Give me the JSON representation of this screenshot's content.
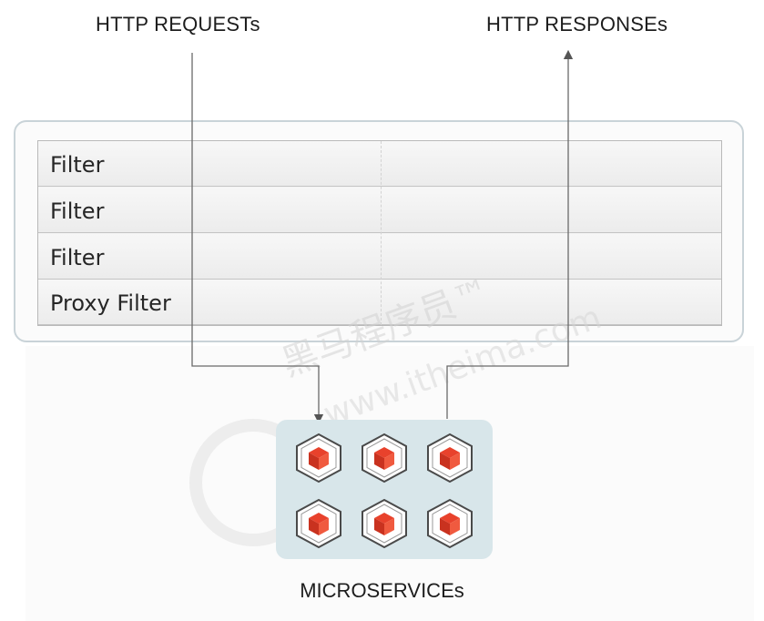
{
  "labels": {
    "requests": "HTTP REQUESTs",
    "responses": "HTTP RESPONSEs",
    "microservices": "MICROSERVICEs"
  },
  "filters": [
    "Filter",
    "Filter",
    "Filter",
    "Proxy Filter"
  ],
  "watermark": {
    "text_cn": "黑马程序员™",
    "text_url": "www.itheima.com"
  },
  "colors": {
    "panel_border": "#c9d3d8",
    "service_box": "#d8e6ea",
    "cube_red": "#e8422c",
    "arrow": "#555555"
  },
  "service_icons": [
    "cube-icon",
    "cube-icon",
    "cube-icon",
    "cube-icon",
    "cube-icon",
    "cube-icon"
  ]
}
